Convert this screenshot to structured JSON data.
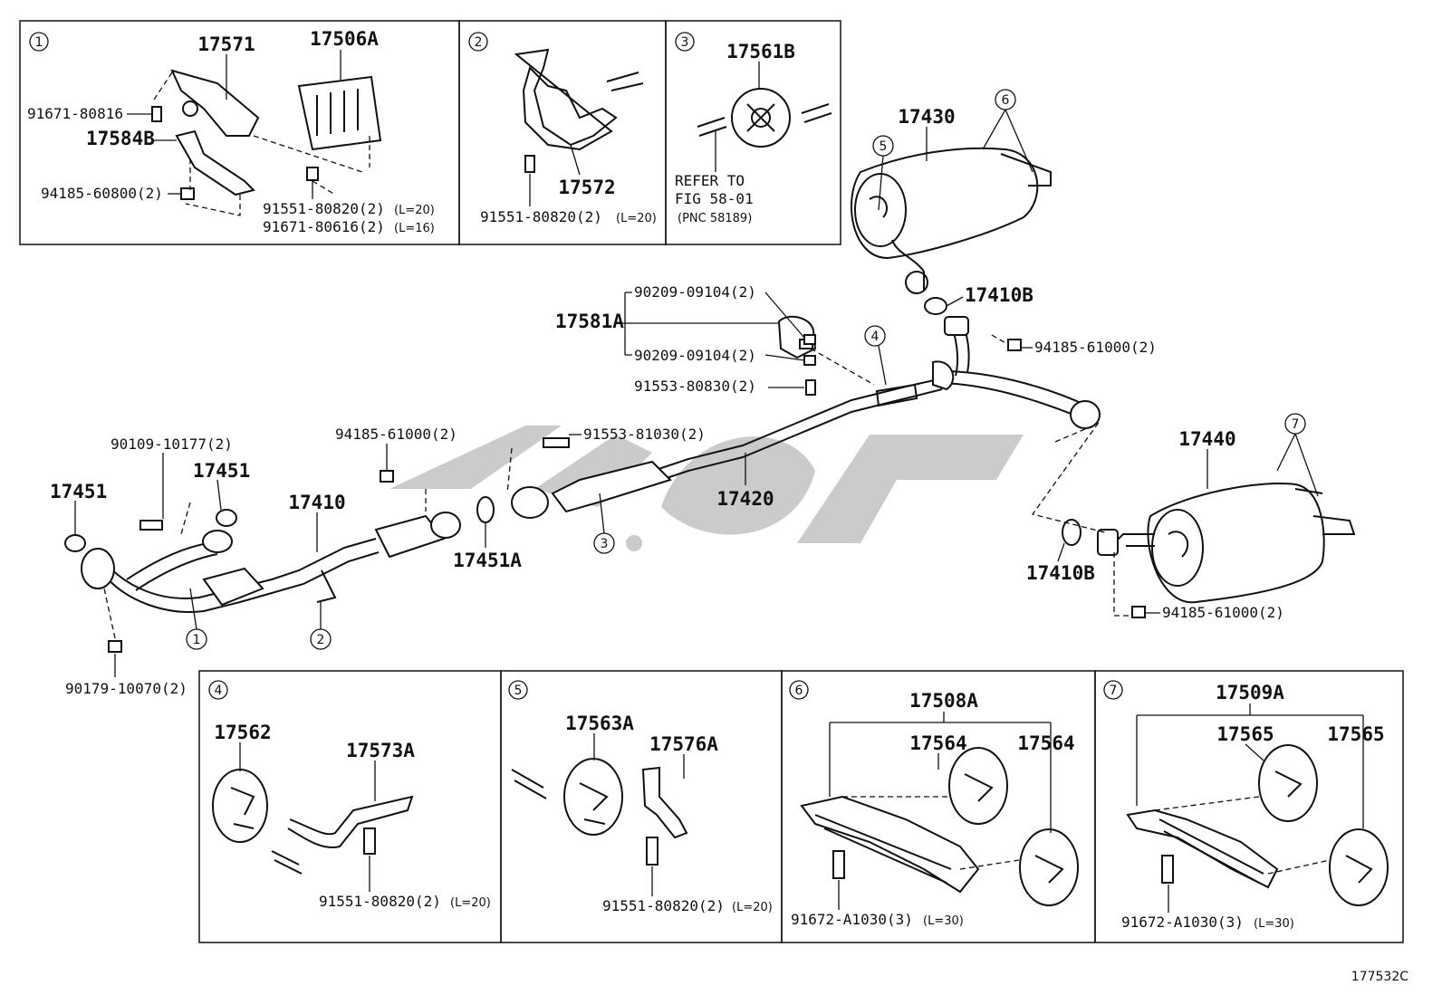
{
  "diagram": {
    "figure_code": "177532C",
    "boxes": {
      "b1": {
        "num": "1",
        "labels": [
          "17571",
          "17506A",
          "91671-80816",
          "17584B",
          "94185-60800(2)",
          "91551-80820(2)",
          "91671-80616(2)"
        ],
        "notes": [
          "(L=20)",
          "(L=16)"
        ]
      },
      "b2": {
        "num": "2",
        "labels": [
          "17572",
          "91551-80820(2)"
        ],
        "notes": [
          "(L=20)"
        ]
      },
      "b3": {
        "num": "3",
        "labels": [
          "17561B"
        ],
        "refer": [
          "REFER TO",
          "FIG 58-01",
          "(PNC 58189)"
        ]
      },
      "b4": {
        "num": "4",
        "labels": [
          "17562",
          "17573A",
          "91551-80820(2)"
        ],
        "notes": [
          "(L=20)"
        ]
      },
      "b5": {
        "num": "5",
        "labels": [
          "17563A",
          "17576A",
          "91551-80820(2)"
        ],
        "notes": [
          "(L=20)"
        ]
      },
      "b6": {
        "num": "6",
        "labels": [
          "17508A",
          "17564",
          "17564",
          "91672-A1030(3)"
        ],
        "notes": [
          "(L=30)"
        ]
      },
      "b7": {
        "num": "7",
        "labels": [
          "17509A",
          "17565",
          "17565",
          "91672-A1030(3)"
        ],
        "notes": [
          "(L=30)"
        ]
      }
    },
    "main": {
      "labels": [
        "17430",
        "17410B",
        "90209-09104(2)",
        "17581A",
        "90209-09104(2)",
        "91553-80830(2)",
        "94185-61000(2)",
        "17440",
        "17410B",
        "94185-61000(2)",
        "90109-10177(2)",
        "17451",
        "17451",
        "17410",
        "94185-61000(2)",
        "91553-81030(2)",
        "17420",
        "17451A",
        "90179-10070(2)"
      ],
      "callouts": [
        "1",
        "2",
        "3",
        "4",
        "5",
        "6",
        "7"
      ]
    }
  }
}
